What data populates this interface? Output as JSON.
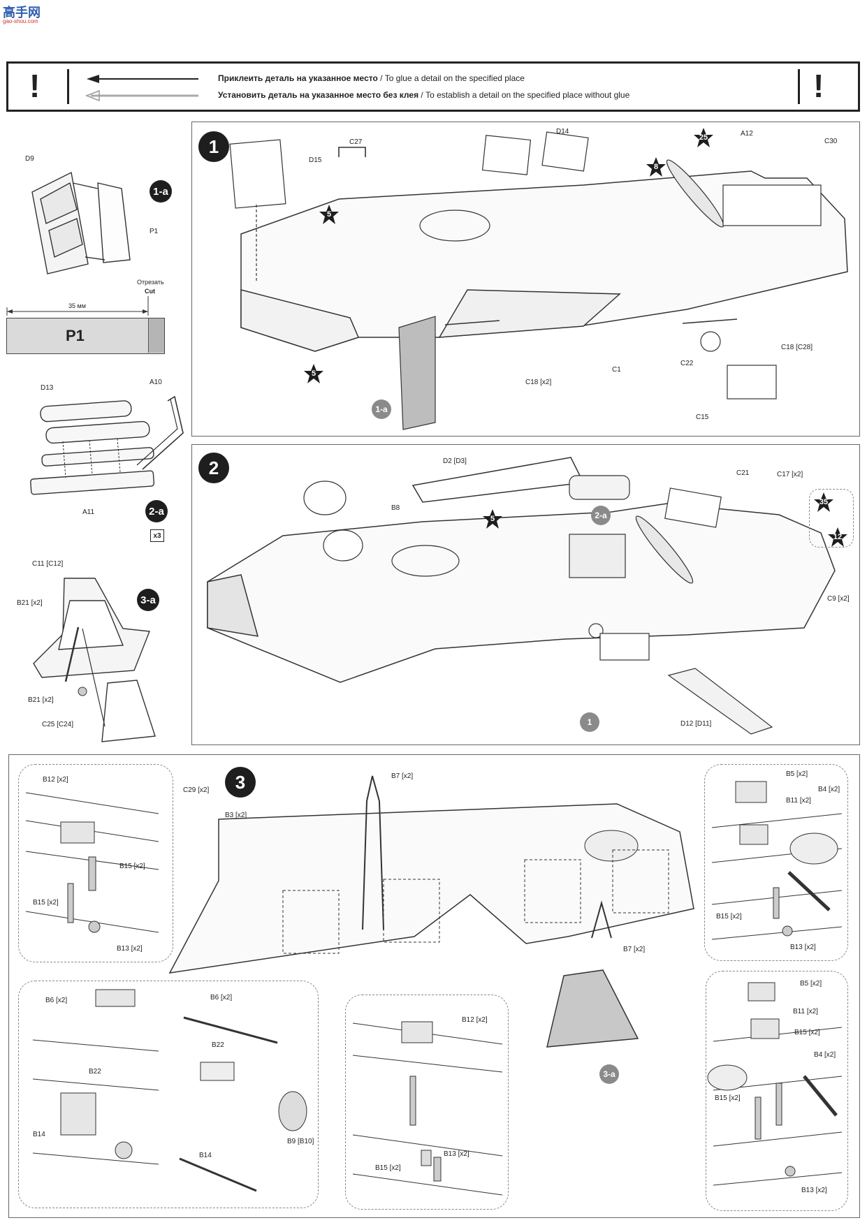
{
  "watermark": {
    "logo_text": "高手网",
    "site": "gao-shou.com"
  },
  "legend": {
    "glue_label_ru": "Приклеить деталь на указанное место",
    "glue_label_en": " / To glue a detail on the specified place",
    "noglue_label_ru": "Установить деталь на указанное место без клея",
    "noglue_label_en": " / To establish a detail on the specified place without glue",
    "warning_mark": "!"
  },
  "side": {
    "step_1a": "1-a",
    "d9": "D9",
    "p1": "P1",
    "cut_ru": "Отрезать",
    "cut_en": "Cut",
    "p1_length": "35 мм",
    "p1_strip_label": "P1",
    "step_2a": "2-a",
    "d13": "D13",
    "a10": "A10",
    "a11": "A11",
    "x3": "x3",
    "step_3a": "3-a",
    "c11": "C11 [C12]",
    "b21_top": "B21 [x2]",
    "b21_bottom": "B21 [x2]",
    "c25": "C25 [C24]"
  },
  "step1": {
    "number": "1",
    "labels": {
      "d15": "D15",
      "c27": "C27",
      "d14": "D14",
      "a12": "A12",
      "c30": "C30",
      "c18_x2": "C18 [x2]",
      "c1": "C1",
      "c22": "C22",
      "c18_c28": "C18 [C28]",
      "c15": "C15",
      "sub_1a": "1-a"
    },
    "stars": {
      "s1": "5",
      "s2": "5",
      "s3": "25",
      "s4": "8"
    }
  },
  "step2": {
    "number": "2",
    "labels": {
      "d2": "D2 [D3]",
      "b8": "B8",
      "c21": "C21",
      "c17": "C17 [x2]",
      "sub_2a": "2-a",
      "c9": "C9 [x2]",
      "d12": "D12 [D11]",
      "ref_1": "1"
    },
    "stars": {
      "s1": "5",
      "s2": "35",
      "s3": "12"
    }
  },
  "step3": {
    "number": "3",
    "labels": {
      "b7_top": "B7 [x2]",
      "c29": "C29 [x2]",
      "b3": "B3 [x2]",
      "b7_bottom": "B7 [x2]",
      "sub_3a": "3-a"
    },
    "callout_tl": {
      "b12": "B12 [x2]",
      "b15a": "B15 [x2]",
      "b15b": "B15 [x2]",
      "b13": "B13 [x2]"
    },
    "callout_tr": {
      "b5": "B5 [x2]",
      "b4": "B4 [x2]",
      "b11": "B11 [x2]",
      "b15": "B15 [x2]",
      "b13": "B13 [x2]"
    },
    "callout_bl": {
      "b6a": "B6 [x2]",
      "b22a": "B22",
      "b14a": "B14",
      "b6b": "B6 [x2]",
      "b22b": "B22",
      "b9": "B9 [B10]",
      "b14b": "B14"
    },
    "callout_bm": {
      "b12": "B12 [x2]",
      "b15": "B15 [x2]",
      "b13": "B13 [x2]"
    },
    "callout_br": {
      "b5": "B5 [x2]",
      "b11": "B11 [x2]",
      "b15a": "B15 [x2]",
      "b4": "B4 [x2]",
      "b15b": "B15 [x2]",
      "b13": "B13 [x2]"
    }
  }
}
